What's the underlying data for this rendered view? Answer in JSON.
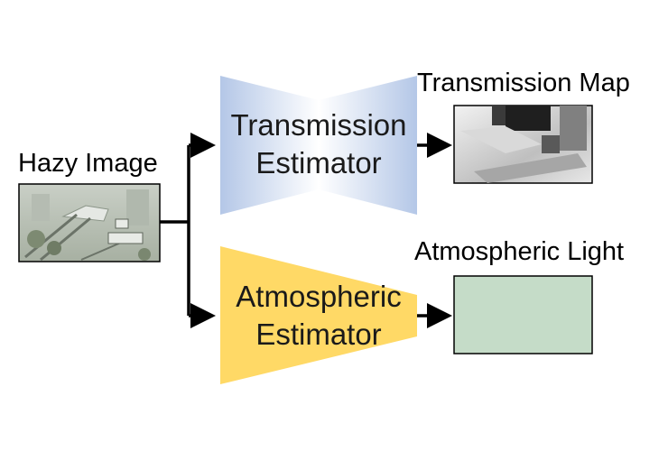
{
  "nodes": {
    "hazy_image": {
      "label": "Hazy Image"
    },
    "transmission_estimator": {
      "line1": "Transmission",
      "line2": "Estimator",
      "color": "#b4c7e7"
    },
    "atmospheric_estimator": {
      "line1": "Atmospheric",
      "line2": "Estimator",
      "color": "#ffd966"
    },
    "transmission_map": {
      "label": "Transmission Map"
    },
    "atmospheric_light": {
      "label": "Atmospheric Light",
      "color": "#c5dcc8"
    }
  },
  "colors": {
    "arrow": "#000000",
    "blue_block": "#b4c7e7",
    "yellow_block": "#ffd966",
    "green_box": "#c5dcc8"
  }
}
